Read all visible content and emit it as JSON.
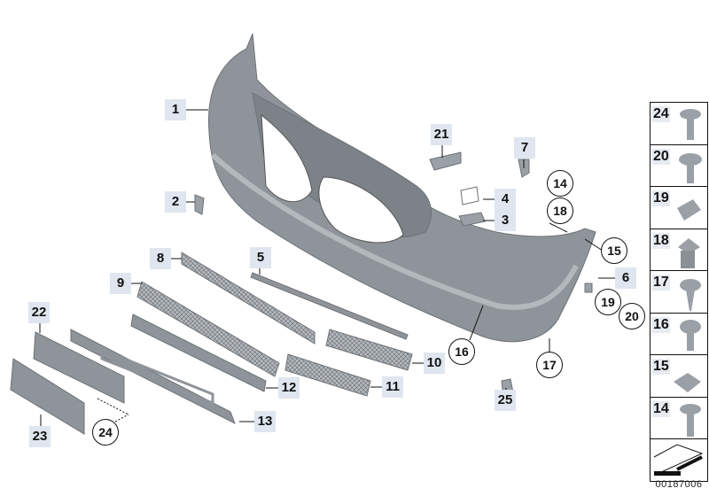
{
  "diagram_labels": {
    "square": [
      "1",
      "2",
      "3",
      "4",
      "5",
      "6",
      "7",
      "8",
      "9",
      "10",
      "11",
      "12",
      "13",
      "21",
      "22",
      "23",
      "25"
    ],
    "circled": [
      "14",
      "15",
      "16",
      "17",
      "18",
      "19",
      "20",
      "24"
    ]
  },
  "legend": {
    "items": [
      "24",
      "20",
      "19",
      "18",
      "17",
      "16",
      "15",
      "14"
    ]
  },
  "diagram_code": "00187006",
  "colors": {
    "part": "#8e9499",
    "label_bg": "#dfe6ef"
  }
}
